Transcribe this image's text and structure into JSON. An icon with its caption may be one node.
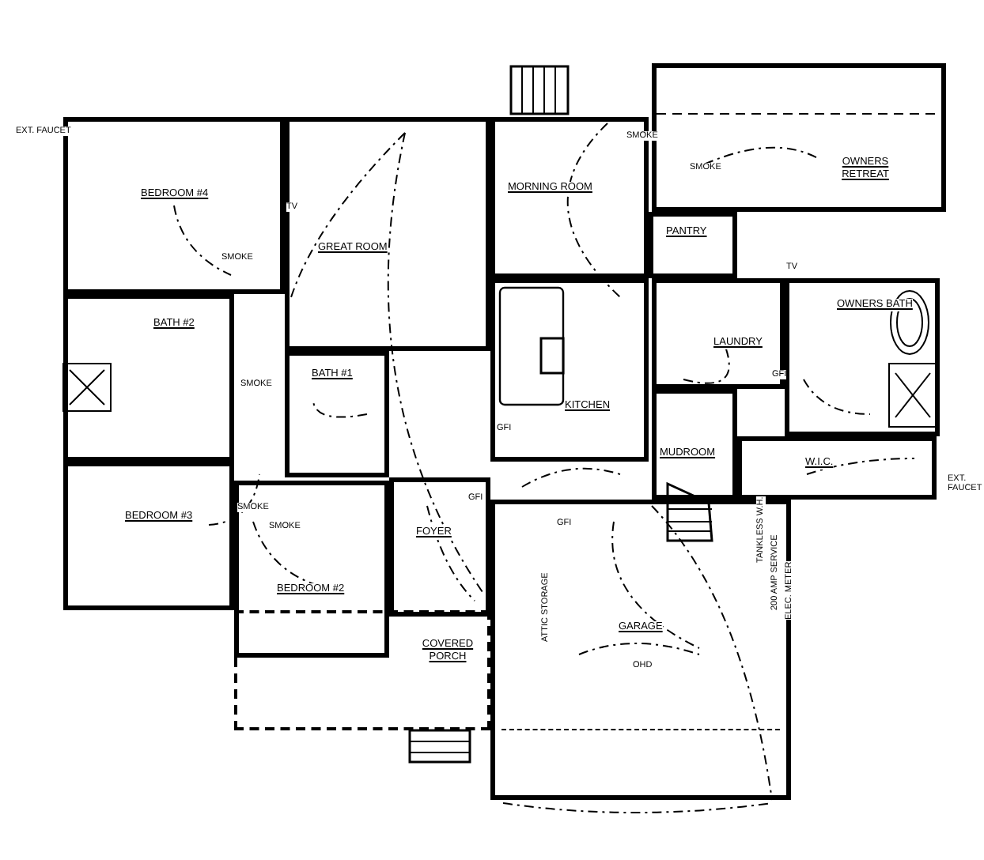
{
  "diagram": {
    "nodes": [
      {
        "text": [
          "BEDROOM #4"
        ]
      },
      {
        "text": [
          "GREAT ROOM"
        ]
      },
      {
        "text": [
          "MORNING ROOM"
        ]
      },
      {
        "text": [
          "OWNERS RETREAT"
        ]
      },
      {
        "text": [
          "BATH #2"
        ]
      },
      {
        "text": [
          "BATH #1"
        ]
      },
      {
        "text": [
          "PANTRY"
        ]
      },
      {
        "text": [
          "KITCHEN"
        ]
      },
      {
        "text": [
          "LAUNDRY"
        ]
      },
      {
        "text": [
          "OWNERS BATH"
        ]
      },
      {
        "text": [
          "MUDROOM"
        ]
      },
      {
        "text": [
          "W.I.C."
        ]
      },
      {
        "text": [
          "BEDROOM #3"
        ]
      },
      {
        "text": [
          "BEDROOM #2"
        ]
      },
      {
        "text": [
          "FOYER"
        ]
      },
      {
        "text": [
          "COVERED PORCH"
        ]
      },
      {
        "text": [
          "GARAGE"
        ]
      }
    ],
    "labels": [
      "EXT. FAUCET",
      "SMOKE",
      "TV",
      "SMOKE",
      "SMOKE",
      "SMOKE",
      "SMOKE",
      "SMOKE",
      "TV",
      "GFI",
      "GFI",
      "GFI",
      "GFI",
      "EXT. FAUCET",
      "TANKLESS W.H.",
      "200 AMP SERVICE",
      "ELEC. METER",
      "ATTIC STORAGE",
      "OHD"
    ]
  }
}
